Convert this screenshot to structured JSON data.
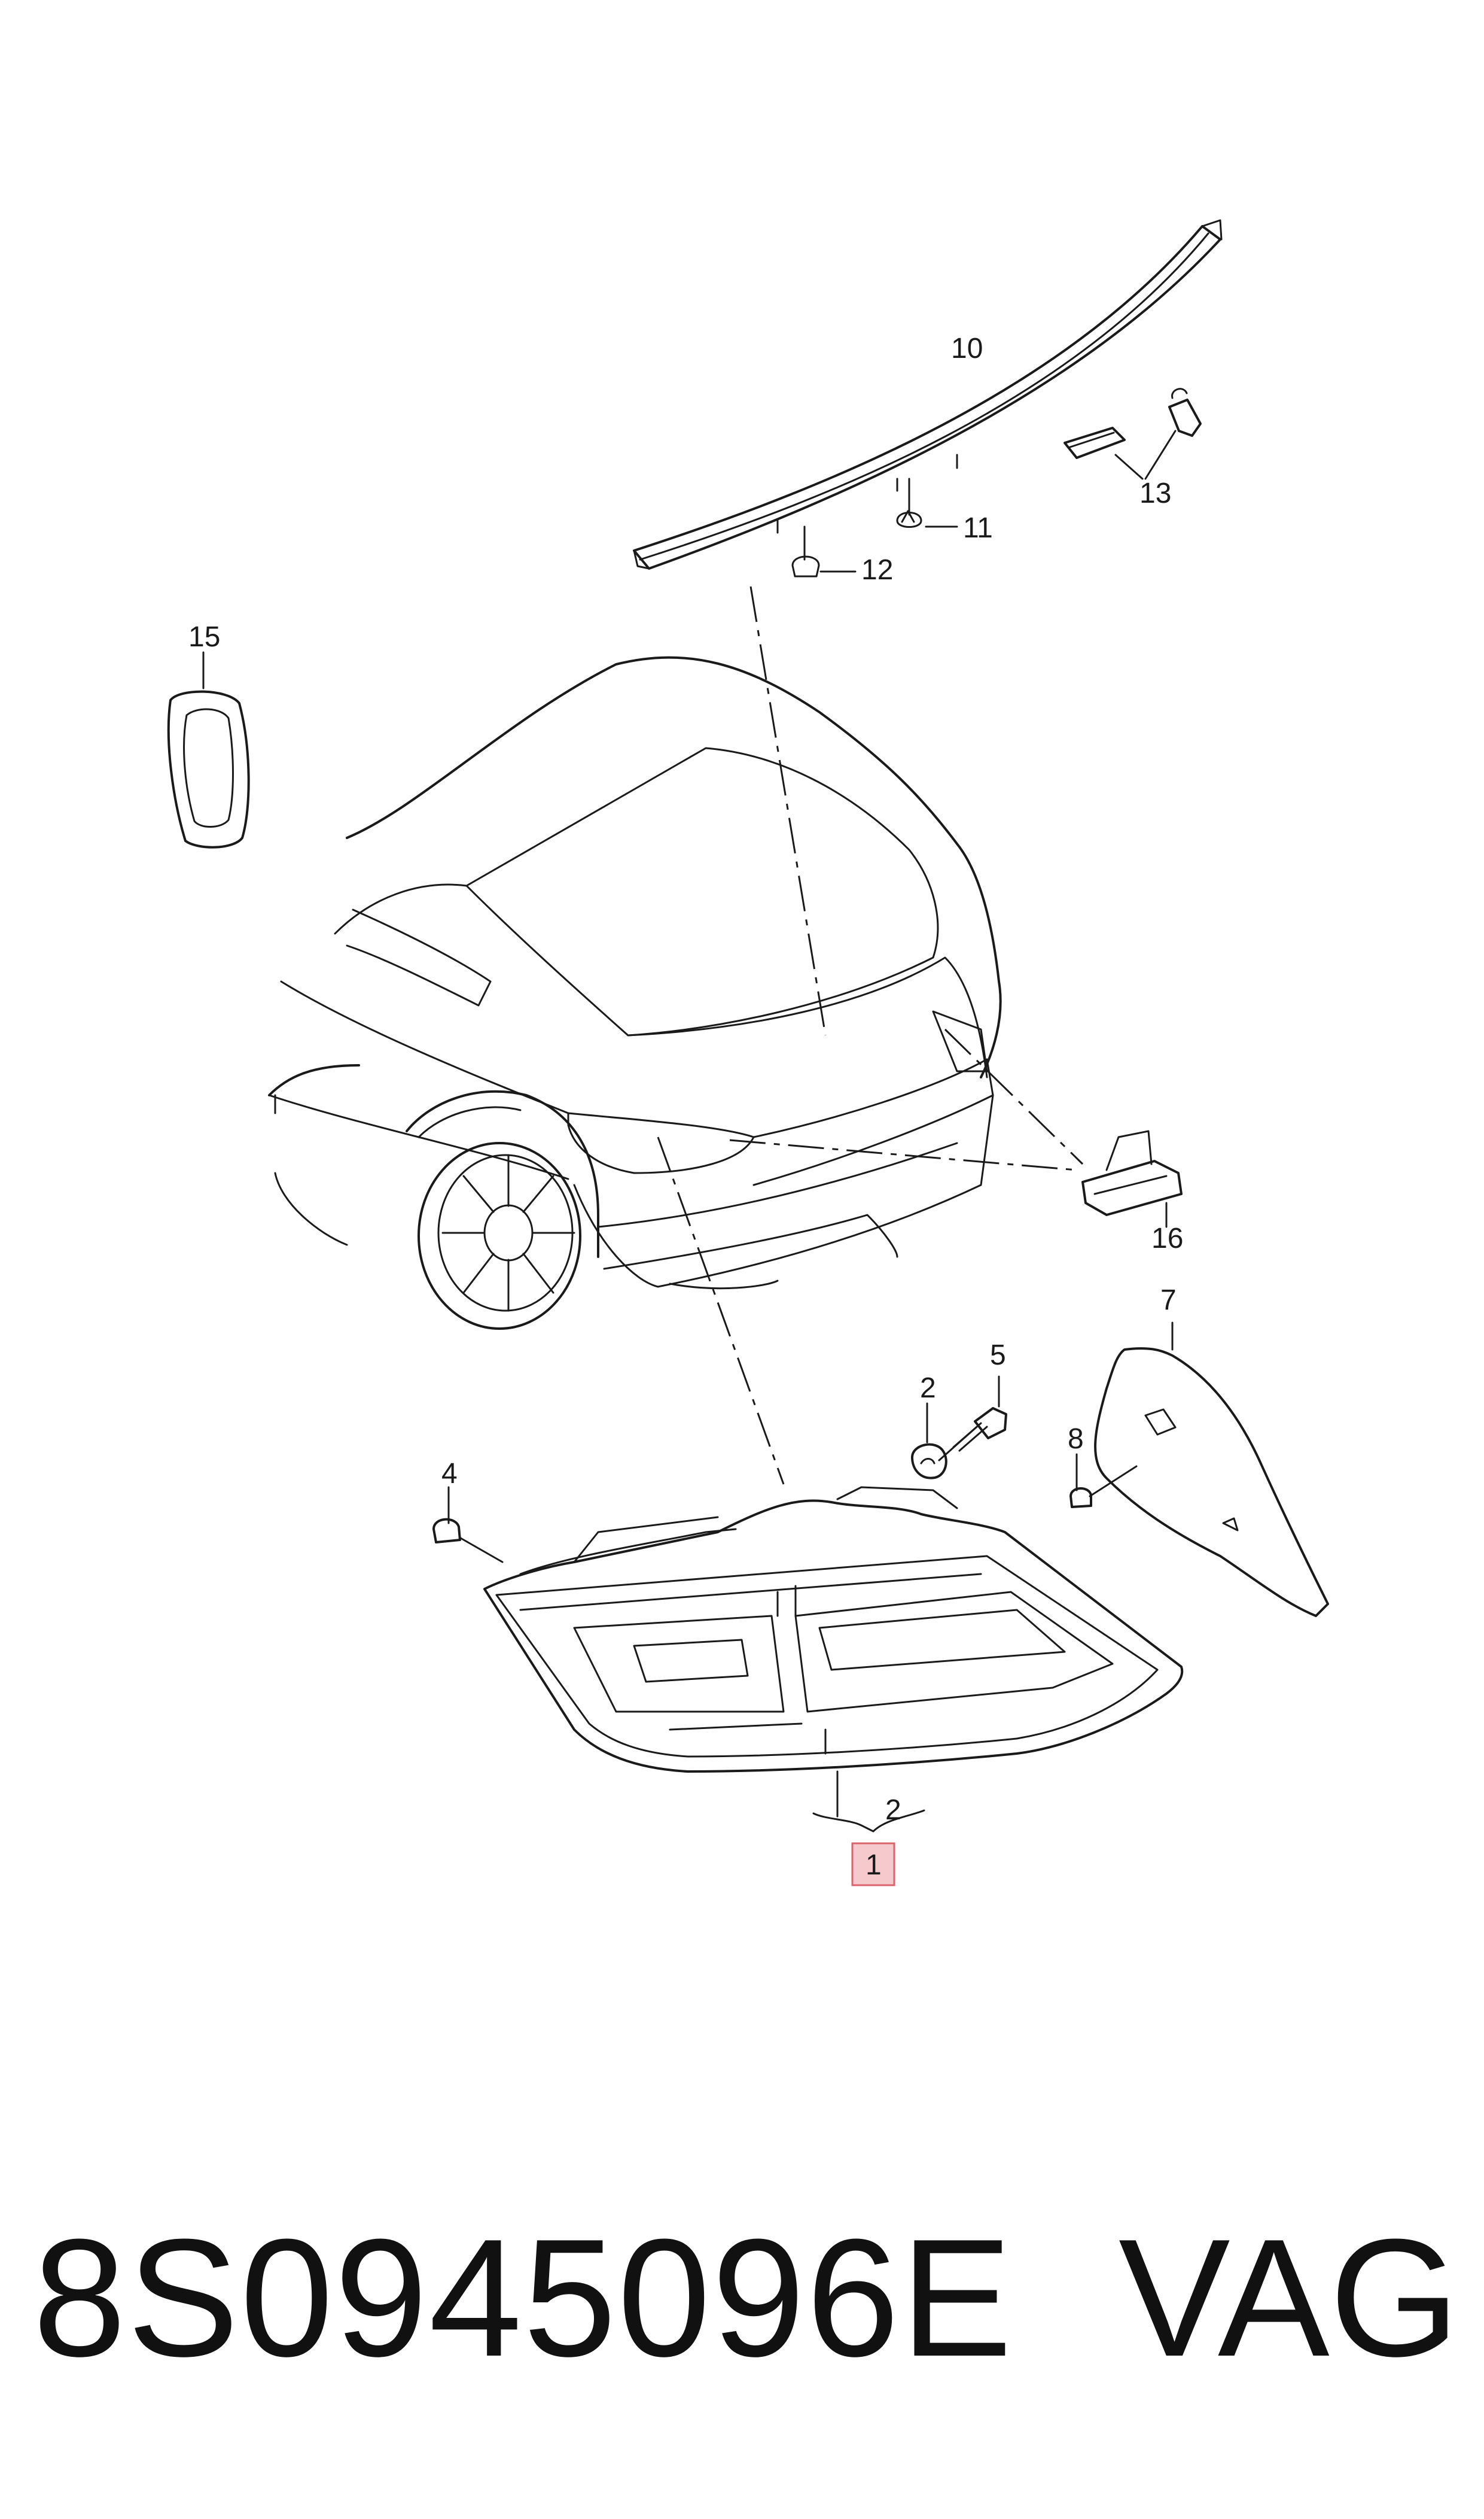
{
  "labels": {
    "l1": "1",
    "l2a": "2",
    "l2b": "2",
    "l4": "4",
    "l5": "5",
    "l7": "7",
    "l8": "8",
    "l10": "10",
    "l11": "11",
    "l12": "12",
    "l13": "13",
    "l15": "15",
    "l16": "16"
  },
  "part_number": "8S0945096E",
  "brand": "VAG",
  "highlight_color": "#f6c9cc",
  "highlight_border": "#d9646c"
}
